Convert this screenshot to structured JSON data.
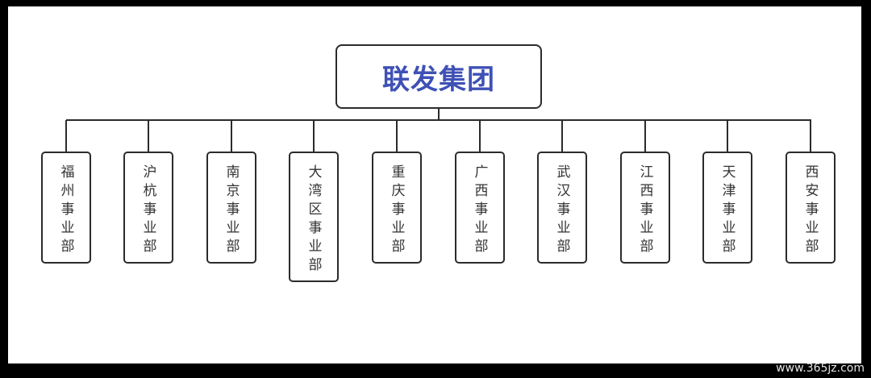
{
  "diagram": {
    "root": {
      "label": "联发集团"
    },
    "departments": [
      {
        "label": "福州事业部"
      },
      {
        "label": "沪杭事业部"
      },
      {
        "label": "南京事业部"
      },
      {
        "label": "大湾区事业部"
      },
      {
        "label": "重庆事业部"
      },
      {
        "label": "广西事业部"
      },
      {
        "label": "武汉事业部"
      },
      {
        "label": "江西事业部"
      },
      {
        "label": "天津事业部"
      },
      {
        "label": "西安事业部"
      }
    ]
  },
  "watermark": "www.365jz.com",
  "colors": {
    "root_text": "#3f51b5",
    "line": "#2b2b2b",
    "frame": "#000000"
  }
}
